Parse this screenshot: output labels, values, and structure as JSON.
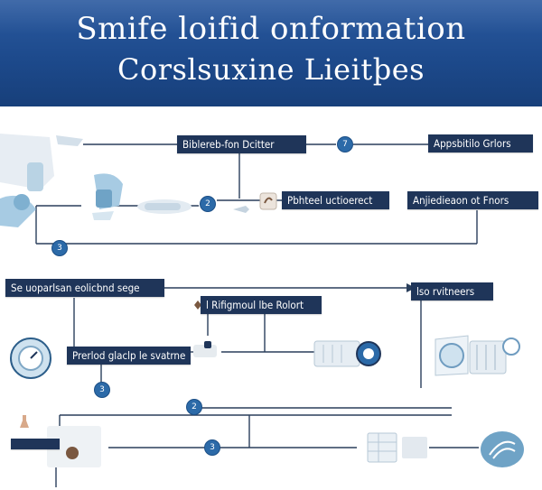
{
  "header": {
    "title_line1": "Smife loifid onformation",
    "title_line2": "Corslsuxine Lieitþes"
  },
  "diagram": {
    "boxes": {
      "b1": "Biblereb-fon Dcitter",
      "b2": "Appsbitilo Grlors",
      "b3": "Pbhteel uctioerect",
      "b4": "Anjiedieaon ot Fnors",
      "b5": "Se uoparlsan eolicbnd sege",
      "b6": "l Rifigmoul lbe Rolort",
      "b7": "lso rvitneers",
      "b8": "Prerlod glaclp le svatrne"
    },
    "badges": {
      "n1": "7",
      "n2": "2",
      "n3": "3",
      "n4": "3",
      "n5": "2",
      "n6": "3"
    }
  },
  "colors": {
    "header_bg": "#1d4a8c",
    "box_bg": "#1f3559",
    "line": "#2a3f5c",
    "badge": "#2c6aa8",
    "icon_tint": "#a7cbe3"
  }
}
